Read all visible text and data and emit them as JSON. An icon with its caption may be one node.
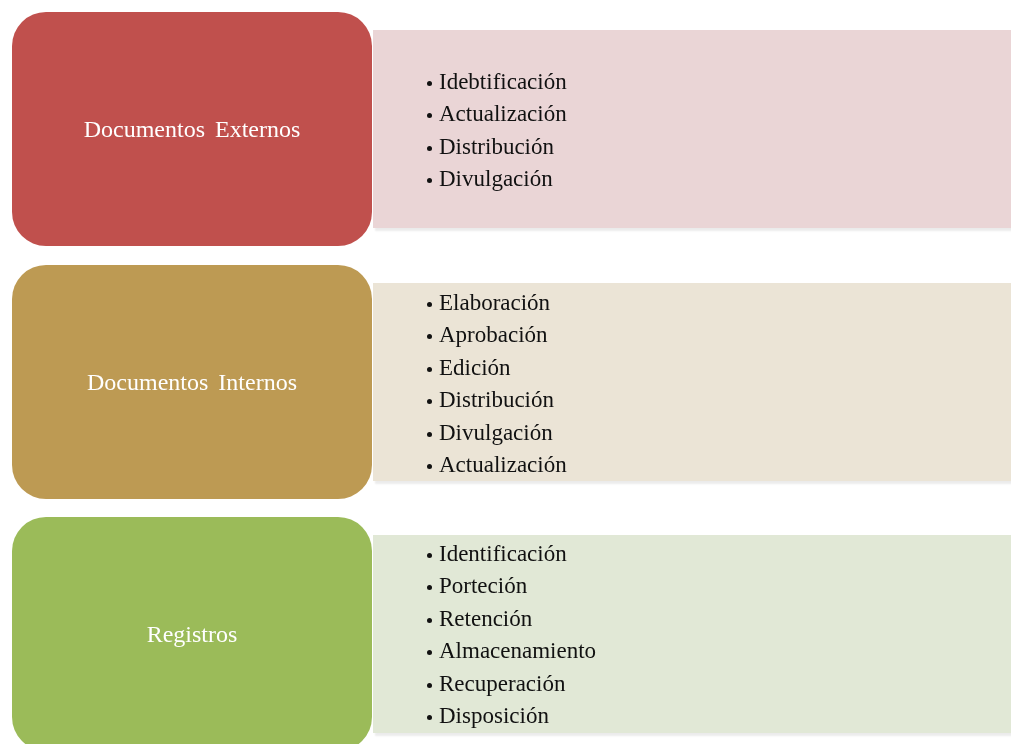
{
  "diagram": {
    "nodes": [
      {
        "text": [
          "Documentos Externos"
        ]
      },
      {
        "text": [
          "Idebtificación",
          "Actualización",
          "Distribución",
          "Divulgación"
        ]
      },
      {
        "text": [
          "Documentos Internos"
        ]
      },
      {
        "text": [
          "Elaboración",
          "Aprobación",
          "Edición",
          "Distribución",
          "Divulgación",
          "Actualización"
        ]
      },
      {
        "text": [
          "Registros"
        ]
      },
      {
        "text": [
          "Identificación",
          "Porteción",
          "Retención",
          "Almacenamiento",
          "Recuperación",
          "Disposición"
        ]
      }
    ]
  }
}
